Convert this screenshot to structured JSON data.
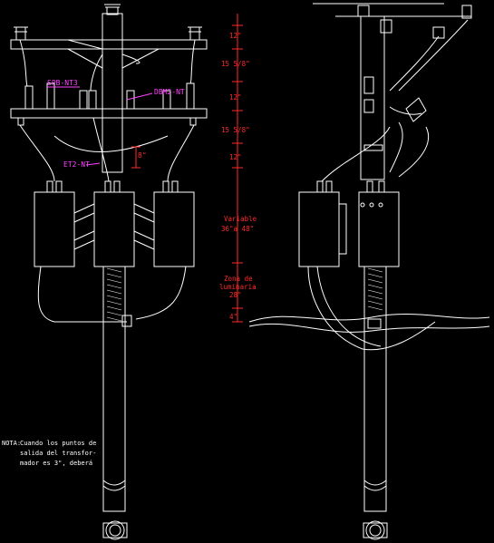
{
  "labels": {
    "spb": "SPB-NT3",
    "dbm": "DBM2-NT",
    "et2": "ET2-NT",
    "dim_ref": "8\""
  },
  "dimensions": [
    {
      "text": "12\""
    },
    {
      "text": "15 5/8\""
    },
    {
      "text": "12\""
    },
    {
      "text": "15 5/8\""
    },
    {
      "text": "12\""
    },
    {
      "text": "Variable"
    },
    {
      "text": "36\"a 48\""
    },
    {
      "text": "Zona de"
    },
    {
      "text": "luminaria"
    },
    {
      "text": "28\""
    },
    {
      "text": "4\""
    }
  ],
  "note": {
    "heading": "NOTA:",
    "lines": [
      "Cuando los puntos de",
      "salida del transfor-",
      "mador es 3\", deberá"
    ]
  },
  "colors": {
    "background": "#000000",
    "line": "#ffffff",
    "dimension": "#ff2a2a",
    "label": "#ff40ff"
  }
}
